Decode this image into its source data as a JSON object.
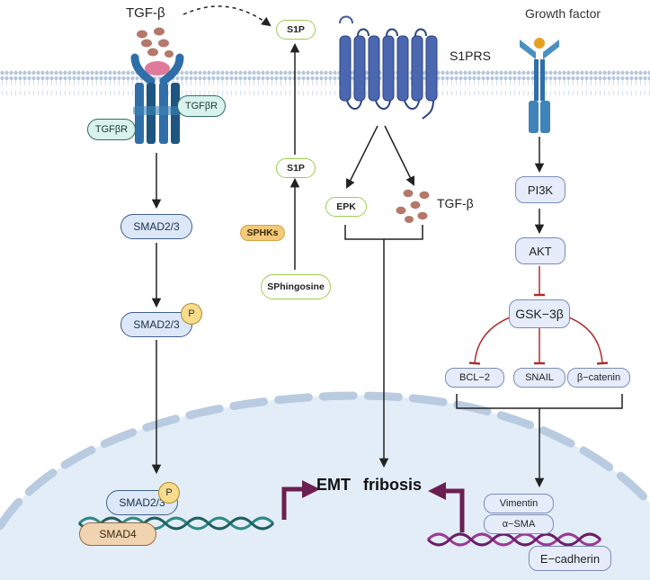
{
  "labels": {
    "tgfb_top": "TGF-β",
    "s1p_top": "S1P",
    "s1prs": "S1PRS",
    "growth_factor": "Growth factor",
    "tgfbr_right": "TGFβR",
    "tgfbr_left": "TGFβR",
    "smad23_a": "SMAD2/3",
    "smad23_b": "SMAD2/3",
    "smad23_c": "SMAD2/3",
    "p_b": "P",
    "p_c": "P",
    "smad4": "SMAD4",
    "s1p_mid": "S1P",
    "sphks": "SPHKs",
    "sphingosine": "SPhingosine",
    "epk": "EPK",
    "tgfb_mid": "TGF-β",
    "pi3k": "PI3K",
    "akt": "AKT",
    "gsk3b": "GSK−3β",
    "bcl2": "BCL−2",
    "snail": "SNAIL",
    "bcatenin": "β−catenin",
    "emt": "EMT",
    "fibrosis": "fribosis",
    "vimentin": "Vimentin",
    "asma": "α−SMA",
    "ecadherin": "E−cadherin"
  },
  "colors": {
    "membrane": "#c6d3e6",
    "nucleus": "#e3edf8",
    "arrow_dark": "#222222",
    "inhibit_red": "#b02a2a",
    "dna_teal": "#2e8a86",
    "dna_purple": "#8a2a86",
    "promoter_arrow": "#6b1f50",
    "receptor_blue": "#2f6ea8",
    "gpcr_blue": "#3f5aa0",
    "ligand_brown": "#b5786a"
  }
}
